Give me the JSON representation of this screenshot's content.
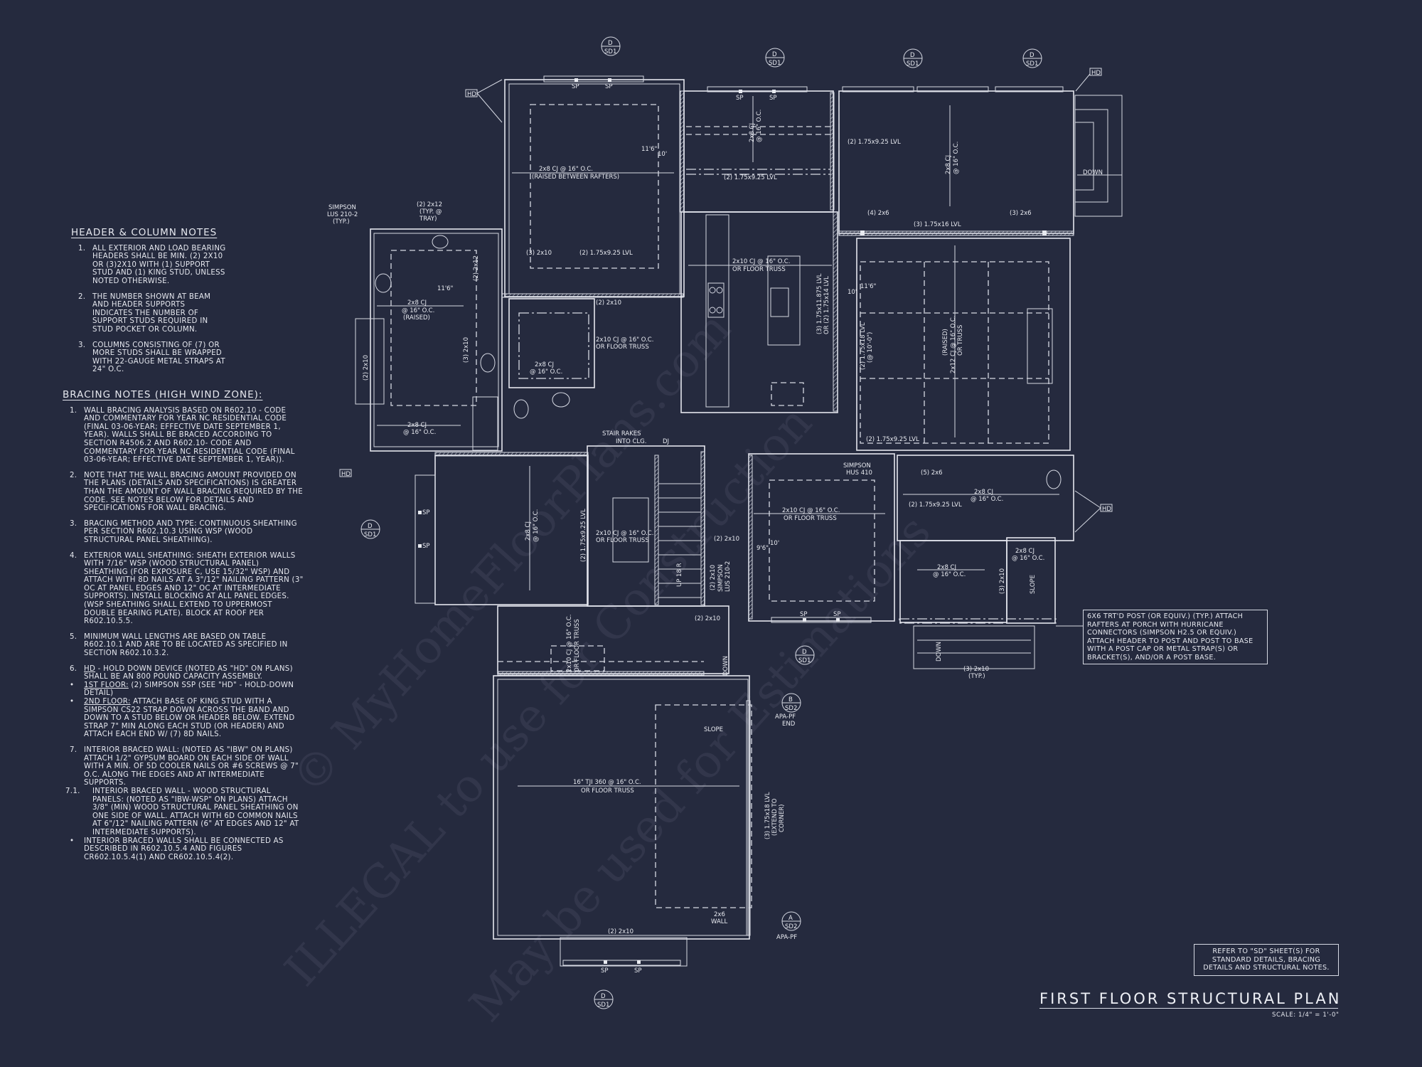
{
  "header_notes": {
    "title": "HEADER & COLUMN NOTES",
    "items": [
      {
        "num": "1.",
        "text": "ALL EXTERIOR AND LOAD BEARING HEADERS SHALL BE MIN. (2) 2x10 OR (3)2x10 WITH (1) SUPPORT STUD AND (1) KING STUD, UNLESS NOTED OTHERWISE."
      },
      {
        "num": "2.",
        "text": "THE NUMBER SHOWN AT BEAM AND HEADER SUPPORTS INDICATES THE NUMBER OF SUPPORT STUDS REQUIRED IN STUD POCKET OR COLUMN."
      },
      {
        "num": "3.",
        "text": "COLUMNS CONSISTING OF (7) OR MORE STUDS SHALL BE WRAPPED WITH 22-GAUGE METAL STRAPS AT 24\" O.C."
      }
    ]
  },
  "bracing_notes": {
    "title": "BRACING NOTES (HIGH WIND ZONE):",
    "items": [
      {
        "num": "1.",
        "text": "WALL BRACING ANALYSIS BASED ON R602.10 - CODE AND COMMENTARY FOR YEAR NC RESIDENTIAL CODE (FINAL 03-06-YEAR; EFFECTIVE DATE SEPTEMBER 1, YEAR). WALLS SHALL BE BRACED ACCORDING TO SECTION R4506.2 AND R602.10- CODE AND COMMENTARY FOR YEAR NC RESIDENTIAL CODE (FINAL 03-06-YEAR; EFFECTIVE DATE SEPTEMBER 1, YEAR))."
      },
      {
        "num": "2.",
        "text": "NOTE THAT THE WALL BRACING AMOUNT PROVIDED ON THE PLANS (DETAILS AND SPECIFICATIONS) IS GREATER THAN THE AMOUNT OF WALL BRACING REQUIRED BY THE CODE. SEE NOTES BELOW FOR DETAILS AND SPECIFICATIONS FOR WALL BRACING."
      },
      {
        "num": "3.",
        "text": "BRACING METHOD AND TYPE: CONTINUOUS SHEATHING PER SECTION R602.10.3 USING WSP (WOOD STRUCTURAL PANEL SHEATHING)."
      },
      {
        "num": "4.",
        "text": "EXTERIOR WALL SHEATHING: SHEATH EXTERIOR WALLS WITH 7/16\" WSP (WOOD STRUCTURAL PANEL) SHEATHING (FOR EXPOSURE C, USE 15/32\" WSP) AND ATTACH WITH 8d NAILS AT A 3\"/12\" NAILING PATTERN (3\" OC AT PANEL EDGES AND 12\" OC AT INTERMEDIATE SUPPORTS). INSTALL BLOCKING AT ALL PANEL EDGES. (WSP SHEATHING SHALL EXTEND TO UPPERMOST DOUBLE BEARING PLATE). BLOCK AT ROOF PER R602.10.5.5."
      },
      {
        "num": "5.",
        "text": "MINIMUM WALL LENGTHS ARE BASED ON TABLE R602.10.1 AND ARE TO BE LOCATED AS SPECIFIED IN SECTION R602.10.3.2."
      },
      {
        "num": "6.",
        "label": "HD",
        "text": " - HOLD DOWN DEVICE (NOTED AS \"HD\" ON PLANS) SHALL BE AN 800 POUND CAPACITY ASSEMBLY."
      },
      {
        "num": "•",
        "label": "1ST FLOOR:",
        "text": " (2) SIMPSON SSP (SEE \"HD\" - HOLD-DOWN DETAIL)"
      },
      {
        "num": "•",
        "label": "2ND FLOOR:",
        "text": " ATTACH BASE OF KING STUD WITH A SIMPSON CS22 STRAP DOWN ACROSS THE BAND AND DOWN TO A STUD BELOW OR HEADER BELOW. EXTEND STRAP 7\" MIN ALONG EACH STUD (OR HEADER) AND ATTACH EACH END W/ (7) 8d NAILS."
      },
      {
        "num": "7.",
        "text": "INTERIOR BRACED WALL: (NOTED AS \"IBW\" ON PLANS) ATTACH 1/2\" GYPSUM BOARD ON EACH SIDE OF WALL WITH A MIN. OF 5d COOLER NAILS OR #6 SCREWS @ 7\" O.C. ALONG THE EDGES AND AT INTERMEDIATE SUPPORTS."
      },
      {
        "num": "7.1.",
        "text": "INTERIOR BRACED WALL - WOOD STRUCTURAL PANELS: (NOTED AS \"IBW-WSP\" ON PLANS) ATTACH 3/8\" (MIN) WOOD STRUCTURAL PANEL SHEATHING ON ONE SIDE OF WALL. ATTACH WITH 6d COMMON NAILS AT 6\"/12\" NAILING PATTERN (6\" AT EDGES AND 12\" AT INTERMEDIATE SUPPORTS)."
      },
      {
        "num": "•",
        "text": "INTERIOR BRACED WALLS SHALL BE CONNECTED AS DESCRIBED IN R602.10.5.4 AND FIGURES CR602.10.5.4(1) AND CR602.10.5.4(2)."
      }
    ]
  },
  "callouts": {
    "porch_note": "6x6 TRT'D POST (OR EQUIV.) (TYP.) ATTACH RAFTERS AT PORCH WITH HURRICANE CONNECTORS (SIMPSON H2.5 OR EQUIV.) ATTACH HEADER TO POST AND POST TO BASE WITH A POST CAP OR METAL STRAP(S) OR BRACKET(S), AND/OR A POST BASE.",
    "refer_note": "REFER TO \"SD\" SHEET(S) FOR STANDARD DETAILS, BRACING DETAILS AND STRUCTURAL NOTES."
  },
  "title_block": {
    "title": "FIRST FLOOR STRUCTURAL PLAN",
    "scale": "SCALE: 1/4\" = 1'-0\""
  },
  "plan_labels": {
    "cj_raised_rafters_1": "2x8 CJ @ 16\" O.C.",
    "cj_raised_rafters_2": "(RAISED BETWEEN RAFTERS)",
    "h_11_6": "11'6\"",
    "h_10": "10'",
    "cj_2x8_vert_1": "2x8 CJ",
    "cj_2x8_vert_2": "@ 16\" O.C.",
    "lvl_2_175x925": "(2) 1.75x9.25 LVL",
    "lvl_3_175x16": "(3) 1.75x16 LVL",
    "post_4_2x6": "(4) 2x6",
    "post_3_2x6": "(3) 2x6",
    "down": "DOWN",
    "simpson_lus": "SIMPSON",
    "simpson_lus_2": "LUS 210-2",
    "simpson_lus_3": "(TYP.)",
    "tray_1": "(2) 2x12",
    "tray_2": "(TYP. @",
    "tray_3": "TRAY)",
    "header_3_2x10": "(3) 2x10",
    "header_2_2x10": "(2) 2x10",
    "header_2_2x12": "(2) 2x12",
    "cj_raised_1": "2x8 CJ",
    "cj_raised_2": "@ 16\" O.C.",
    "cj_raised_3": "(RAISED)",
    "floor_truss_1": "2x10 CJ @ 16\" O.C.",
    "floor_truss_2": "OR FLOOR TRUSS",
    "kitchen_lvl_1": "(3) 1.75x11.875 LVL",
    "kitchen_lvl_2": "OR (2) 1.75x14 LVL",
    "family_lvl_1": "(2) 1.75x18 LVL",
    "family_lvl_2": "(@ 10'-0\")",
    "family_cj_1": "(RAISED)",
    "family_cj_2": "2x12 CJ @ 16\" O.C.",
    "family_cj_3": "OR TRUSS",
    "stair_rakes_1": "STAIR RAKES",
    "stair_rakes_2": "INTO CLG.",
    "dj": "DJ",
    "up_18r": "UP 18 R",
    "simpson_hus_1": "SIMPSON",
    "simpson_hus_2": "HUS 410",
    "post_5_2x6": "(5) 2x6",
    "h_9_6": "9'6\"",
    "slope": "SLOPE",
    "tji_1": "16\" TJI 360 @ 16\" O.C.",
    "tji_2": "OR FLOOR TRUSS",
    "garage_lvl_1": "(3) 1.75x18 LVL",
    "garage_lvl_2": "(EXTEND TO",
    "garage_lvl_3": "CORNER)",
    "wall_2x6_1": "2x6",
    "wall_2x6_2": "WALL",
    "apa_pf_end_1": "APA-PF",
    "apa_pf_end_2": "END",
    "apa_pf": "APA-PF",
    "typ": "(TYP.)",
    "sp": "SP",
    "hd": "HD"
  },
  "detail_markers": [
    {
      "top": "D",
      "bottom": "SD1"
    },
    {
      "top": "B",
      "bottom": "SD2"
    },
    {
      "top": "A",
      "bottom": "SD2"
    }
  ],
  "watermark": {
    "line1": "© MyHomeFloorPlans.com",
    "line2": "ILLEGAL to use for Construction",
    "line3": "May be used for Estimations"
  },
  "colors": {
    "background": "#252a3e",
    "linework": "#e4e6ee"
  }
}
